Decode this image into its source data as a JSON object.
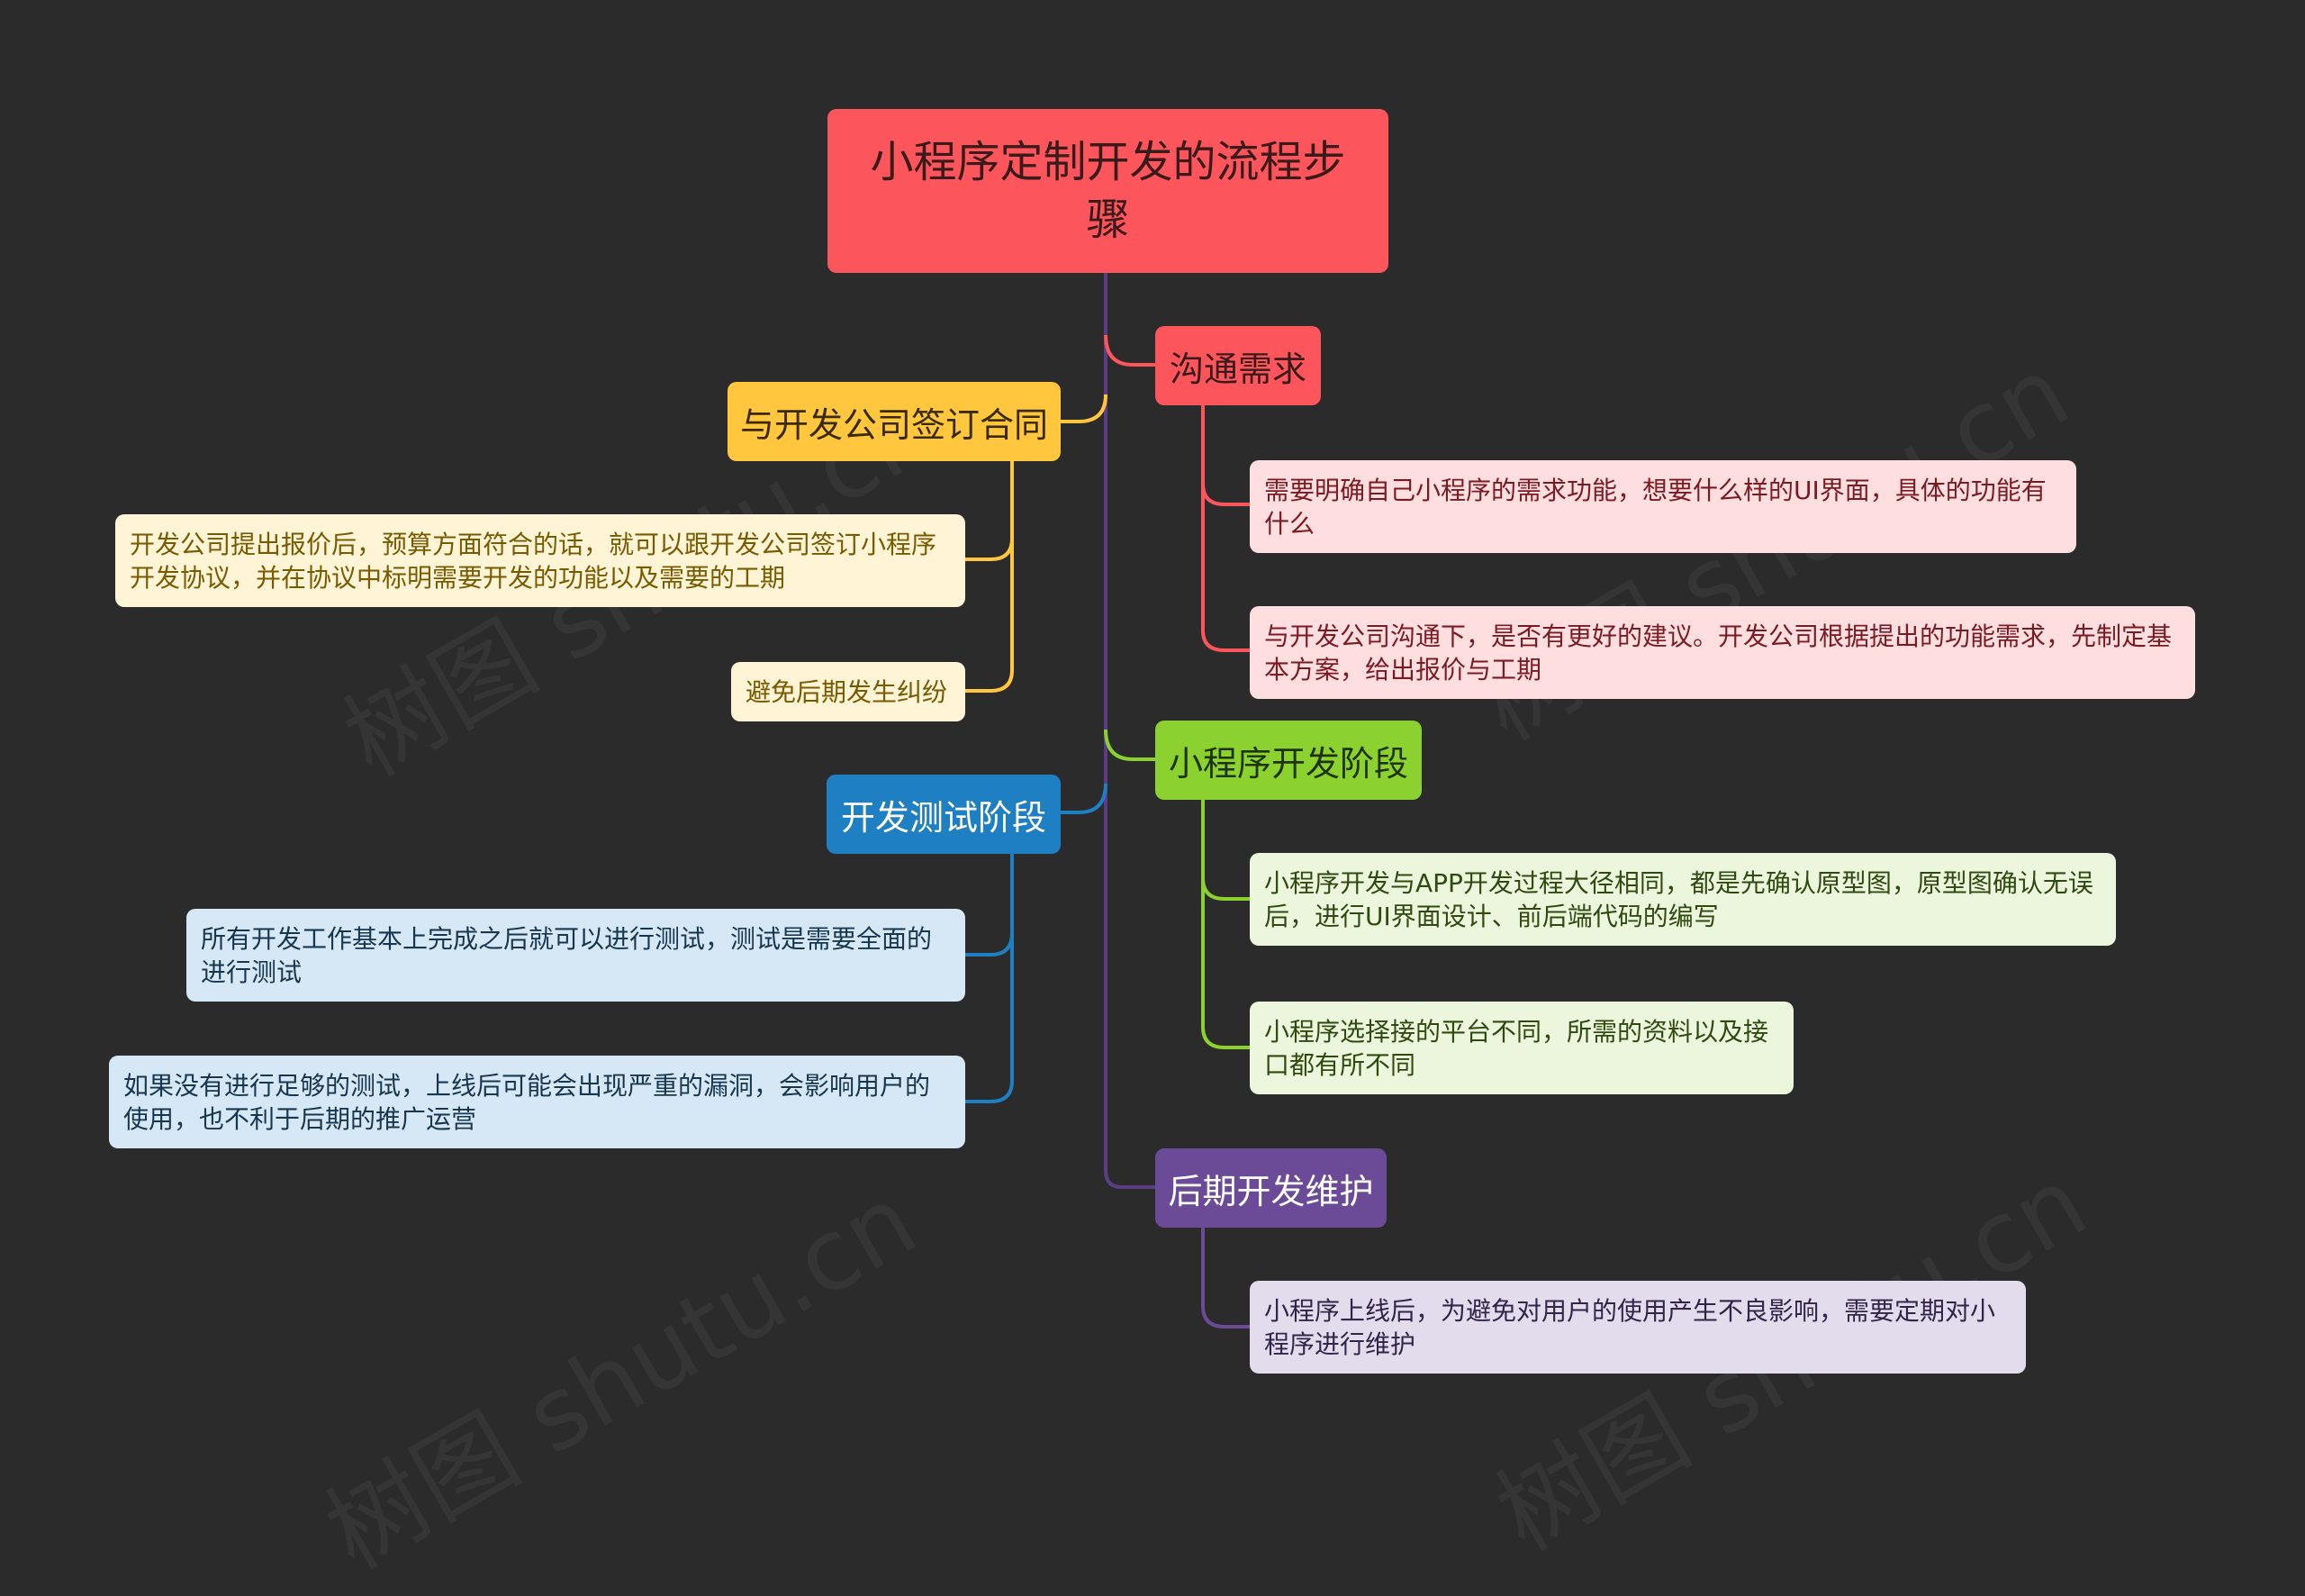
{
  "root": {
    "title": "小程序定制开发的流程步骤"
  },
  "colors": {
    "background": "#2b2b2b",
    "spine": "#5b3d86",
    "red": "#fc555b",
    "yellow": "#ffc63e",
    "green": "#8bd12f",
    "blue": "#1e7fc2",
    "purple": "#6b4a98"
  },
  "branches": [
    {
      "title": "沟通需求",
      "items": [
        "需要明确自己小程序的需求功能，想要什么样的UI界面，具体的功能有什么",
        "与开发公司沟通下，是否有更好的建议。开发公司根据提出的功能需求，先制定基本方案，给出报价与工期"
      ]
    },
    {
      "title": "与开发公司签订合同",
      "items": [
        "开发公司提出报价后，预算方面符合的话，就可以跟开发公司签订小程序开发协议，并在协议中标明需要开发的功能以及需要的工期",
        "避免后期发生纠纷"
      ]
    },
    {
      "title": "小程序开发阶段",
      "items": [
        "小程序开发与APP开发过程大径相同，都是先确认原型图，原型图确认无误后，进行UI界面设计、前后端代码的编写",
        "小程序选择接的平台不同，所需的资料以及接口都有所不同"
      ]
    },
    {
      "title": "开发测试阶段",
      "items": [
        "所有开发工作基本上完成之后就可以进行测试，测试是需要全面的进行测试",
        "如果没有进行足够的测试，上线后可能会出现严重的漏洞，会影响用户的使用，也不利于后期的推广运营"
      ]
    },
    {
      "title": "后期开发维护",
      "items": [
        "小程序上线后，为避免对用户的使用产生不良影响，需要定期对小程序进行维护"
      ]
    }
  ],
  "watermark": "树图 shutu.cn"
}
